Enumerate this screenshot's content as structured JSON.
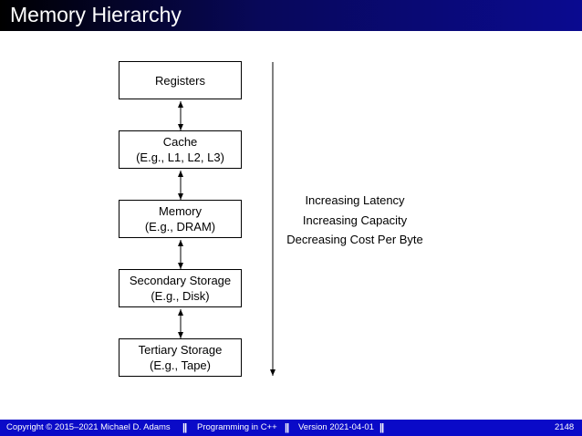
{
  "header": {
    "title": "Memory Hierarchy"
  },
  "diagram": {
    "levels": [
      {
        "line1": "Registers",
        "line2": ""
      },
      {
        "line1": "Cache",
        "line2": "(E.g., L1, L2, L3)"
      },
      {
        "line1": "Memory",
        "line2": "(E.g., DRAM)"
      },
      {
        "line1": "Secondary Storage",
        "line2": "(E.g., Disk)"
      },
      {
        "line1": "Tertiary Storage",
        "line2": "(E.g., Tape)"
      }
    ],
    "trend_labels": [
      "Increasing Latency",
      "Increasing Capacity",
      "Decreasing Cost Per Byte"
    ]
  },
  "footer": {
    "copyright": "Copyright © 2015–2021 Michael D. Adams",
    "separator": "||",
    "course": "Programming in C++",
    "version": "Version 2021-04-01",
    "page_number": "2148"
  }
}
